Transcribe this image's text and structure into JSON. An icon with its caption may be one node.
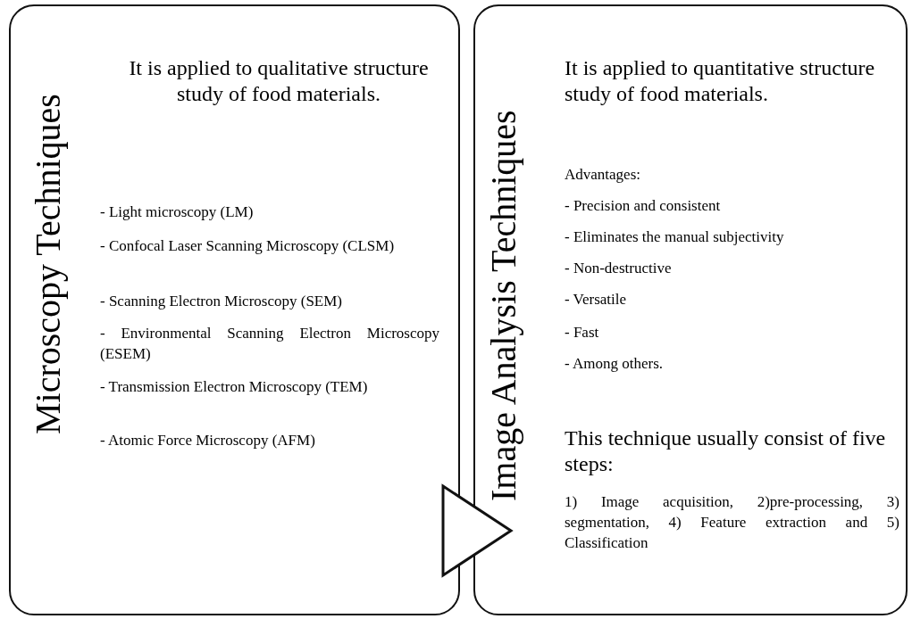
{
  "diagram": {
    "nodes": [
      {
        "text": [
          "Microscopy Techniques",
          "It is applied to qualitative structure study of food materials.",
          "- Light microscopy (LM)",
          "- Confocal Laser Scanning Microscopy (CLSM)",
          "- Scanning Electron Microscopy (SEM)",
          "- Environmental Scanning Electron Microscopy (ESEM)",
          "- Transmission Electron Microscopy (TEM)",
          "- Atomic Force Microscopy (AFM)"
        ]
      },
      {
        "text": [
          "Image Analysis Techniques",
          "It is applied to quantitative structure study of food materials.",
          "Advantages:",
          "- Precision and consistent",
          "- Eliminates the manual subjectivity",
          "- Non-destructive",
          "- Versatile",
          "- Fast",
          "- Among others.",
          "This technique usually consist of five steps:",
          "1) Image acquisition, 2)pre-processing, 3) segmentation, 4) Feature extraction  and 5) Classification"
        ]
      }
    ],
    "edges": [
      {
        "from": 0,
        "to": 1,
        "arrow": "to"
      }
    ]
  }
}
